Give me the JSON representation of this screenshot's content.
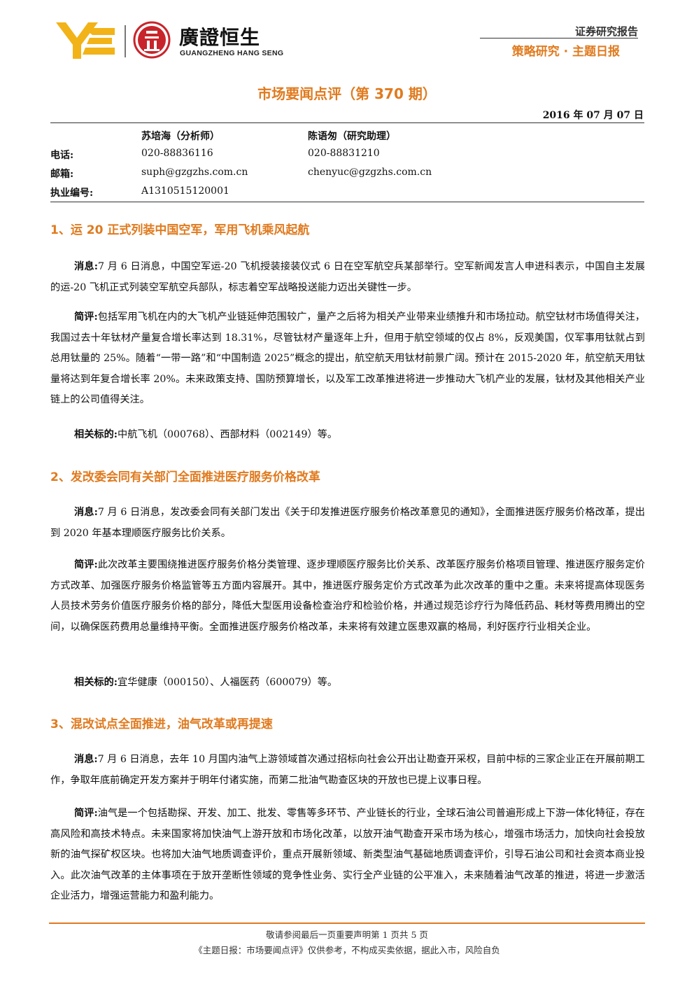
{
  "header": {
    "brand_cn": "廣證恒生",
    "brand_en": "GUANGZHENG HANG SENG",
    "report_type": "证券研究报告",
    "report_sub": "策略研究 · 主题日报"
  },
  "title": "市场要闻点评（第 370 期）",
  "date": "2016 年 07 月 07 日",
  "authors": {
    "names": [
      "苏培海（分析师）",
      "陈语匆（研究助理）"
    ],
    "rows": [
      {
        "label": "电话:",
        "v1": "020-88836116",
        "v2": "020-88831210"
      },
      {
        "label": "邮箱:",
        "v1": "suph@gzgzhs.com.cn",
        "v2": "chenyuc@gzgzhs.com.cn"
      },
      {
        "label": "执业编号:",
        "v1": "A1310515120001",
        "v2": ""
      }
    ]
  },
  "sections": [
    {
      "heading": "1、运 20 正式列装中国空军，军用飞机乘风起航",
      "news_label": "消息:",
      "news": "7 月 6 日消息，中国空军运-20 飞机授装接装仪式 6 日在空军航空兵某部举行。空军新闻发言人申进科表示，中国自主发展的运-20 飞机正式列装空军航空兵部队，标志着空军战略投送能力迈出关键性一步。",
      "comment_label": "简评:",
      "comment": "包括军用飞机在内的大飞机产业链延伸范围较广，量产之后将为相关产业带来业绩推升和市场拉动。航空钛材市场值得关注，我国过去十年钛材产量复合增长率达到 18.31%，尽管钛材产量逐年上升，但用于航空领域的仅占 8%，反观美国，仅军事用钛就占到总用钛量的 25%。随着“一带一路”和“中国制造 2025”概念的提出，航空航天用钛材前景广阔。预计在 2015-2020 年，航空航天用钛量将达到年复合增长率 20%。未来政策支持、国防预算增长，以及军工改革推进将进一步推动大飞机产业的发展，钛材及其他相关产业链上的公司值得关注。",
      "related_label": "相关标的:",
      "related": "中航飞机（000768）、西部材料（002149）等。"
    },
    {
      "heading": "2、发改委会同有关部门全面推进医疗服务价格改革",
      "news_label": "消息:",
      "news": "7 月 6 日消息，发改委会同有关部门发出《关于印发推进医疗服务价格改革意见的通知》，全面推进医疗服务价格改革，提出到 2020 年基本理顺医疗服务比价关系。",
      "comment_label": "简评:",
      "comment": "此次改革主要围绕推进医疗服务价格分类管理、逐步理顺医疗服务比价关系、改革医疗服务价格项目管理、推进医疗服务定价方式改革、加强医疗服务价格监管等五方面内容展开。其中，推进医疗服务定价方式改革为此次改革的重中之重。未来将提高体现医务人员技术劳务价值医疗服务价格的部分，降低大型医用设备检查治疗和检验价格，并通过规范诊疗行为降低药品、耗材等费用腾出的空间，以确保医药费用总量维持平衡。全面推进医疗服务价格改革，未来将有效建立医患双赢的格局，利好医疗行业相关企业。",
      "related_label": "相关标的:",
      "related": "宜华健康（000150）、人福医药（600079）等。"
    },
    {
      "heading": "3、混改试点全面推进，油气改革或再提速",
      "news_label": "消息:",
      "news": "7 月 6 日消息，去年 10 月国内油气上游领域首次通过招标向社会公开出让勘查开采权，目前中标的三家企业正在开展前期工作，争取年底前确定开发方案并于明年付诸实施，而第二批油气勘查区块的开放也已提上议事日程。",
      "comment_label": "简评:",
      "comment": "油气是一个包括勘探、开发、加工、批发、零售等多环节、产业链长的行业，全球石油公司普遍形成上下游一体化特征，存在高风险和高技术特点。未来国家将加快油气上游开放和市场化改革，以放开油气勘查开采市场为核心，增强市场活力，加快向社会投放新的油气探矿权区块。也将加大油气地质调查评价，重点开展新领域、新类型油气基础地质调查评价，引导石油公司和社会资本商业投入。此次油气改革的主体事项在于放开垄断性领域的竞争性业务、实行全产业链的公平准入，未来随着油气改革的推进，将进一步激活企业活力，增强运营能力和盈利能力。"
    }
  ],
  "footer": {
    "line1": "敬请参阅最后一页重要声明第 1 页共 5 页",
    "line2": "《主题日报：市场要闻点评》仅供参考，不构成买卖依据，据此入市，风险自负"
  },
  "colors": {
    "accent": "#e07a1e",
    "logo_red": "#c8242b",
    "logo_yellow": "#f2b318"
  }
}
